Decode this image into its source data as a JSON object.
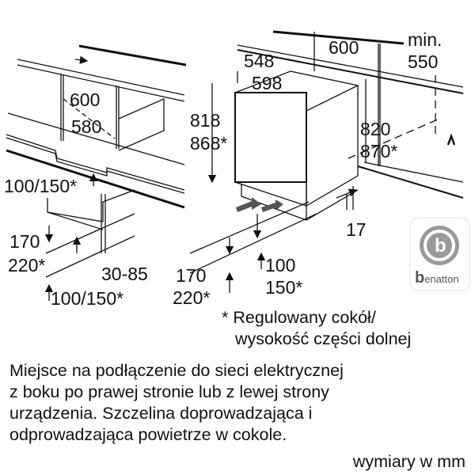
{
  "dimensions": {
    "left": {
      "niche_width": "600",
      "inner_width": "580",
      "plinth_top": "100/150*",
      "plinth_h1": "170",
      "plinth_h2": "220*",
      "plinth_depth": "30-85",
      "plinth_bottom": "100/150*"
    },
    "appliance": {
      "height1": "818",
      "height2": "868*",
      "depth": "548",
      "width": "598",
      "niche_width": "600",
      "min_label": "min.",
      "min_value": "550",
      "niche_h1": "820",
      "niche_h2": "870*",
      "offset": "17",
      "plinth_h1": "170",
      "plinth_h2": "220*",
      "vent_h1": "100",
      "vent_h2": "150*"
    }
  },
  "footnote": [
    "* Regulowany cokół/",
    "wysokość części dolnej"
  ],
  "description": [
    "Miejsce na podłączenie do sieci elektrycznej",
    "z boku po prawej stronie lub z lewej strony",
    "urządzenia. Szczelina doprowadzająca i",
    "odprowadzająca powietrze w cokole."
  ],
  "units_note": "wymiary w mm",
  "logo": {
    "text": "benatton"
  }
}
